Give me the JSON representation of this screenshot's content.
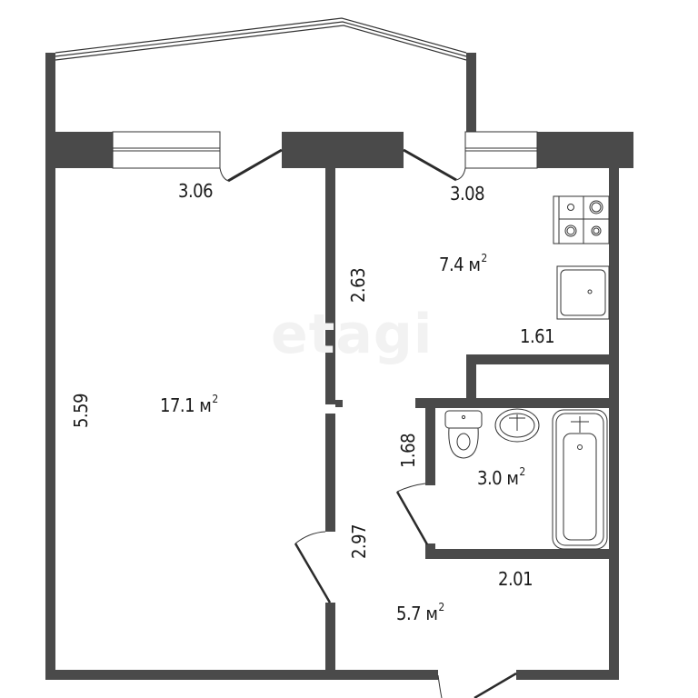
{
  "watermark": "etagi",
  "colors": {
    "wall": "#4a4a4a",
    "line": "#2b2b2b",
    "background": "#ffffff",
    "watermark": "#f0f0f0"
  },
  "rooms": [
    {
      "id": "living-room",
      "area": "17.1",
      "unit": "м",
      "sup": "2"
    },
    {
      "id": "kitchen",
      "area": "7.4",
      "unit": "м",
      "sup": "2"
    },
    {
      "id": "bathroom",
      "area": "3.0",
      "unit": "м",
      "sup": "2"
    },
    {
      "id": "hallway",
      "area": "5.7",
      "unit": "м",
      "sup": "2"
    }
  ],
  "dimensions": {
    "living_width": "3.06",
    "kitchen_width": "3.08",
    "living_length": "5.59",
    "kitchen_length": "2.63",
    "kitchen_counter": "1.61",
    "bathroom_length": "1.68",
    "hallway_length": "2.97",
    "hallway_width": "2.01"
  },
  "fixtures": [
    "stove",
    "kitchen-sink",
    "toilet",
    "washbasin",
    "bathtub",
    "balcony"
  ]
}
